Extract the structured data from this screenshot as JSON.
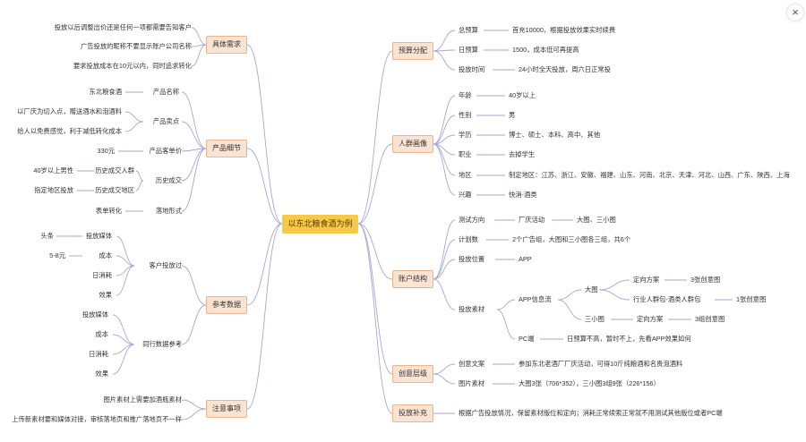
{
  "close_button": {
    "glyph": "×"
  },
  "root": {
    "label": "以东北粮食酒为例"
  },
  "left": {
    "specific_needs": {
      "label": "具体需求",
      "items": [
        "投放以后调整出价还是任何一项都需要告知客户",
        "广告投放的昵称不要显示账户公司名称",
        "要求投放成本在10元以内，同时追求转化"
      ]
    },
    "product": {
      "label": "产品细节",
      "name": {
        "label": "产品名称",
        "value": "东北粮食酒"
      },
      "selling": {
        "label": "产品卖点",
        "values": [
          "以厂庆为切入点，赠送酒水和泡酒料",
          "给人以免费感觉，利于减低转化成本"
        ]
      },
      "price": {
        "label": "产品客单价",
        "value": "330元"
      },
      "history": {
        "label": "历史成交",
        "user": {
          "label": "历史成交人群",
          "value": "40岁以上男性"
        },
        "region": {
          "label": "历史成交地区",
          "value": "指定地区投放"
        }
      },
      "landing": {
        "label": "落地形式",
        "value": "表单转化"
      }
    },
    "reference": {
      "label": "参考数据",
      "client": {
        "label": "客户投放过",
        "items": [
          {
            "label": "投放媒体",
            "value": "头条"
          },
          {
            "label": "成本",
            "value": "5-8元"
          },
          {
            "label": "日消耗",
            "value": ""
          },
          {
            "label": "效果",
            "value": ""
          }
        ]
      },
      "peer": {
        "label": "同行数据参考",
        "items": [
          "投放媒体",
          "成本",
          "日消耗",
          "效果"
        ]
      }
    },
    "notes": {
      "label": "注意事项",
      "items": [
        "图片素材上需要加酒瓶素材",
        "上传新素材要和媒体对接，审核落地页和推广落地页不一样"
      ]
    }
  },
  "right": {
    "budget": {
      "label": "预算分配",
      "items": [
        {
          "label": "总预算",
          "value": "首充10000，根据投放效果实时续费"
        },
        {
          "label": "日预算",
          "value": "1500，成本低可再提高"
        },
        {
          "label": "投放时间",
          "value": "24小时全天投放，周六日正常投"
        }
      ]
    },
    "audience": {
      "label": "人群画像",
      "items": [
        {
          "label": "年龄",
          "value": "40岁以上"
        },
        {
          "label": "性别",
          "value": "男"
        },
        {
          "label": "学历",
          "value": "博士、硕士、本科、高中、其他"
        },
        {
          "label": "职业",
          "value": "去掉学生"
        },
        {
          "label": "地区",
          "value": "制定地区：江苏、浙江、安徽、福建、山东、河南、北京、天津、河北、山西、广东、陕西、上海"
        },
        {
          "label": "兴趣",
          "value": "快消-酒类"
        }
      ]
    },
    "account": {
      "label": "账户结构",
      "test": {
        "label": "测试方向",
        "value": "厂庆活动",
        "sub": "大图、三小图"
      },
      "plan": {
        "label": "计划数",
        "value": "2个广告组，大图和三小图各三组，共6个"
      },
      "position": {
        "label": "投放位置",
        "value": "APP"
      },
      "material": {
        "label": "投放素材",
        "app": {
          "label": "APP信息流",
          "big": {
            "label": "大图",
            "a": {
              "label": "定向方案",
              "value": "3张创意图"
            },
            "b": {
              "label": "行业人群包-酒类人群包",
              "value": "1张创意图"
            }
          },
          "small": {
            "label": "三小图",
            "a": {
              "label": "定向方案",
              "value": "3组创意图"
            }
          }
        },
        "pc": {
          "label": "PC端",
          "value": "日预算不高，暂时不上，先看APP效果如何"
        }
      }
    },
    "creative": {
      "label": "创意层级",
      "items": [
        {
          "label": "创意文案",
          "value": "参加东北老酒厂厂庆活动，可得10斤纯粮酒和名贵泡酒料"
        },
        {
          "label": "图片素材",
          "value": "大图3张（706*352），三小图3组9张（226*156）"
        }
      ]
    },
    "supplement": {
      "label": "投放补充",
      "value": "根据广告投放情况，保留素材版位和定向；消耗正常续索正常就不用测试其他版位或者PC端"
    }
  },
  "colors": {
    "line": "#a9a6d6",
    "topic_fill": "#fbe3d2",
    "topic_border": "#ecb58f",
    "root_fill": "#f7c948"
  }
}
